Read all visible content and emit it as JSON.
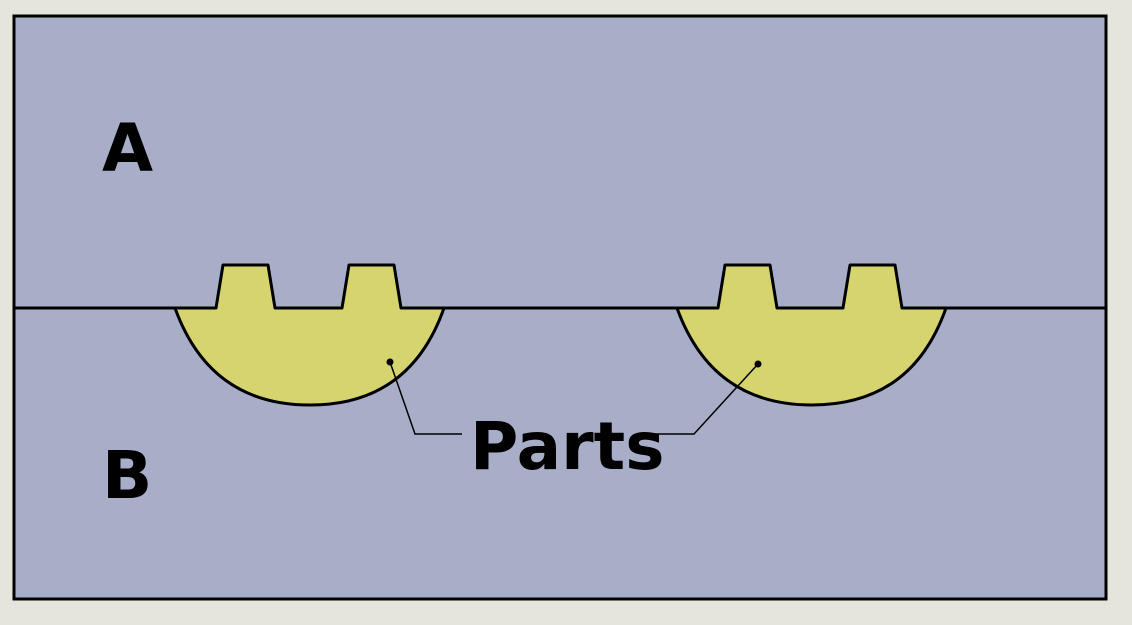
{
  "diagram": {
    "regions": [
      {
        "id": "A",
        "label": "A"
      },
      {
        "id": "B",
        "label": "B"
      }
    ],
    "callout": {
      "label": "Parts"
    },
    "colors": {
      "page_background": "#e6e5dc",
      "mold": "#a9aec8",
      "part_fill": "#d5d46f",
      "outline": "#000000"
    }
  }
}
